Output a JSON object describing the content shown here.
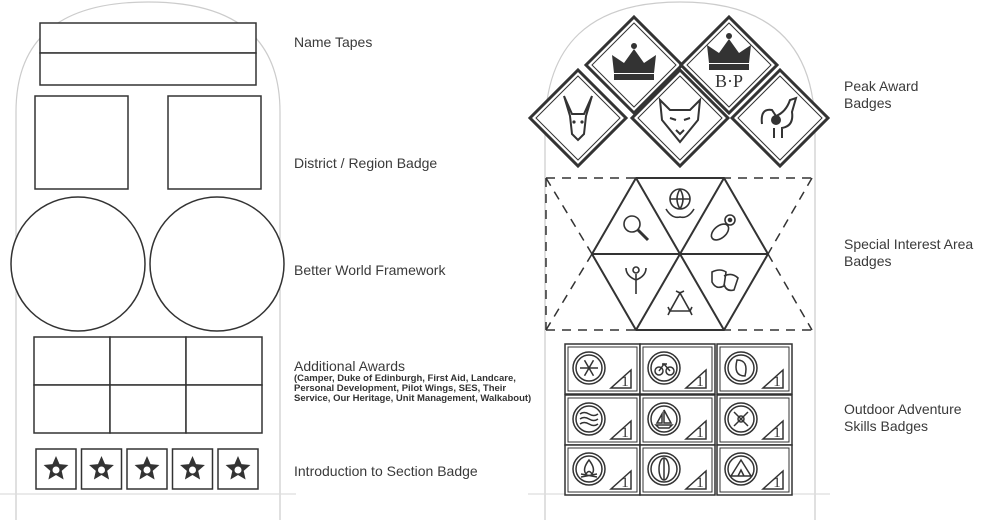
{
  "left": {
    "labels": {
      "name_tapes": "Name Tapes",
      "district": "District / Region Badge",
      "better_world": "Better World Framework",
      "additional_awards": "Additional Awards",
      "additional_awards_list": "(Camper, Duke of Edinburgh, First Aid, Landcare, Personal Development, Pilot Wings, SES, Their Service, Our Heritage, Unit Management, Walkabout)",
      "intro_section": "Introduction to Section Badge"
    },
    "intro_badge_count": 5
  },
  "right": {
    "labels": {
      "peak_award": "Peak Award Badges",
      "special_interest": "Special Interest Area Badges",
      "outdoor_adventure": "Outdoor Adventure Skills Badges"
    },
    "peak_badges": [
      {
        "icon": "crown-icon"
      },
      {
        "icon": "bp-crown-icon",
        "text": "B·P"
      },
      {
        "icon": "kangaroo-icon"
      },
      {
        "icon": "wolf-icon"
      },
      {
        "icon": "emu-icon"
      }
    ],
    "sia_icons": [
      "globe-hands-icon",
      "magnifier-icon",
      "football-flower-icon",
      "person-sprout-icon",
      "theatre-masks-icon",
      "recycle-icon"
    ],
    "oas_icons": [
      "snowflake-icon",
      "bicycle-icon",
      "climbing-icon",
      "waves-icon",
      "sailboat-icon",
      "bushcraft-icon",
      "campfire-icon",
      "compass-icon",
      "tent-icon"
    ],
    "oas_level_glyph": "1"
  },
  "colors": {
    "stroke": "#333333",
    "outline": "#c8c8c8",
    "text": "#3a3a3a"
  }
}
